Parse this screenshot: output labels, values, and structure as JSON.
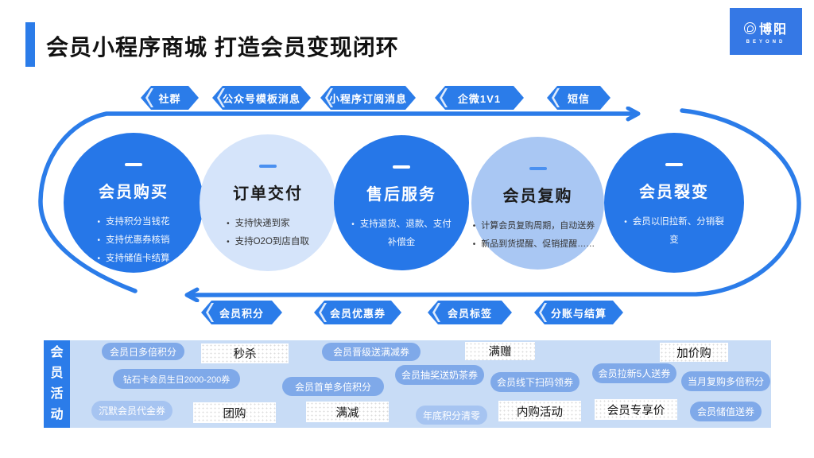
{
  "colors": {
    "primary": "#2B7CE9",
    "circle_dark": "#2677E8",
    "circle_light": "#D5E4FA",
    "circle_medium": "#A9C7F3",
    "panel_bg": "#C8DCF6",
    "pill": "#7FA9E9",
    "pill_light": "#A6C4F1"
  },
  "header": {
    "title": "会员小程序商城 打造会员变现闭环"
  },
  "logo": {
    "name": "博阳",
    "subtitle": "BEYOND"
  },
  "top_channels": [
    "社群",
    "公众号模板消息",
    "小程序订阅消息",
    "企微1V1",
    "短信"
  ],
  "stages": [
    {
      "title": "会员购买",
      "bullets": [
        "支持积分当钱花",
        "支持优惠券核销",
        "支持储值卡结算"
      ]
    },
    {
      "title": "订单交付",
      "bullets": [
        "支持快递到家",
        "支持O2O到店自取"
      ]
    },
    {
      "title": "售后服务",
      "bullets": [
        "支持退货、退款、支付补偿金"
      ]
    },
    {
      "title": "会员复购",
      "bullets": [
        "计算会员复购周期，自动送券",
        "新品到货提醒、促销提醒……"
      ]
    },
    {
      "title": "会员裂变",
      "bullets": [
        "会员以旧拉新、分销裂变"
      ]
    }
  ],
  "bottom_capabilities": [
    "会员积分",
    "会员优惠券",
    "会员标签",
    "分账与结算"
  ],
  "activity_panel": {
    "label": "会员活动",
    "tags": [
      "会员日多倍积分",
      "秒杀",
      "会员晋级送满减券",
      "满赠",
      "加价购",
      "钻石卡会员生日2000-200券",
      "会员首单多倍积分",
      "会员抽奖送奶茶券",
      "会员线下扫码领券",
      "会员拉新5人送券",
      "当月复购多倍积分",
      "沉默会员代金券",
      "团购",
      "满减",
      "年底积分清零",
      "内购活动",
      "会员专享价",
      "会员储值送券"
    ]
  }
}
